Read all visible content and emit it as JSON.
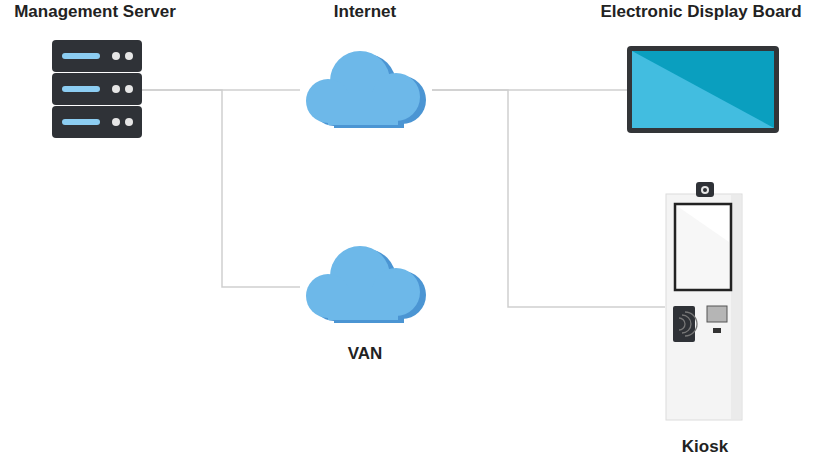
{
  "diagram": {
    "nodes": [
      {
        "text": [
          "Management Server"
        ]
      },
      {
        "text": [
          "Internet"
        ]
      },
      {
        "text": [
          "Electronic Display Board"
        ]
      },
      {
        "text": [
          "VAN"
        ]
      },
      {
        "text": [
          "Kiosk"
        ]
      }
    ],
    "edges": [
      {
        "from": 0,
        "to": 1,
        "arrow": "none"
      },
      {
        "from": 0,
        "to": 3,
        "arrow": "none"
      },
      {
        "from": 1,
        "to": 2,
        "arrow": "none"
      },
      {
        "from": 1,
        "to": 4,
        "arrow": "none"
      }
    ]
  }
}
